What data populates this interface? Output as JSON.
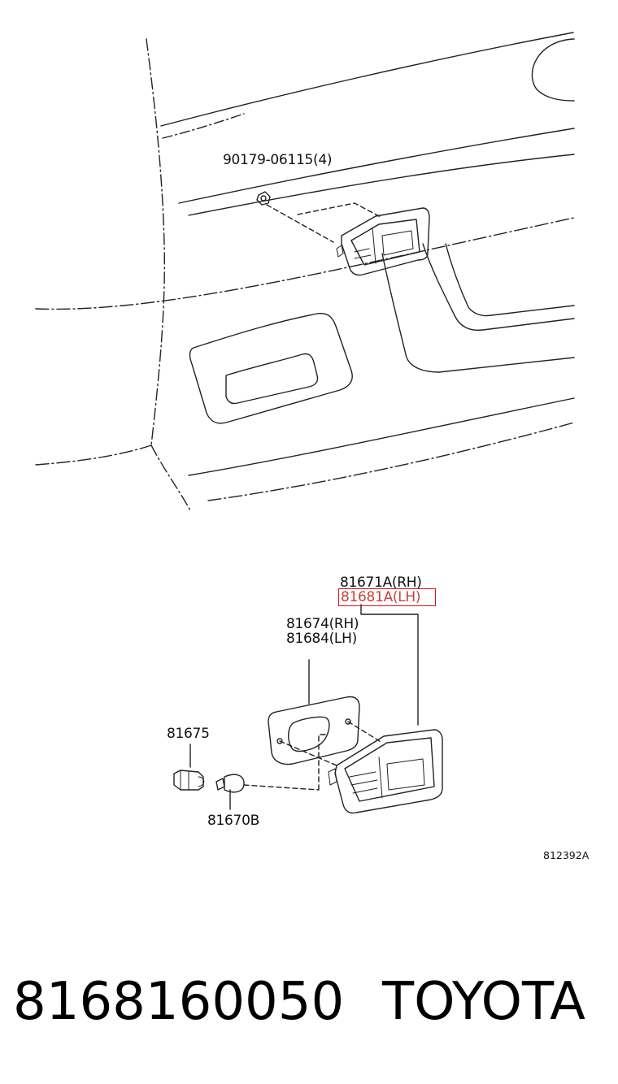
{
  "labels": {
    "bolt": "90179-06115(4)",
    "lamp_rh": "81671A(RH)",
    "lamp_lh": "81681A(LH)",
    "gasket_rh": "81674(RH)",
    "gasket_lh": "81684(LH)",
    "socket": "81675",
    "bulb": "81670B",
    "figure_code": "812392A"
  },
  "highlight_color": "#d01818",
  "footer": {
    "part_number": "8168160050",
    "brand": "TOYOTA"
  }
}
